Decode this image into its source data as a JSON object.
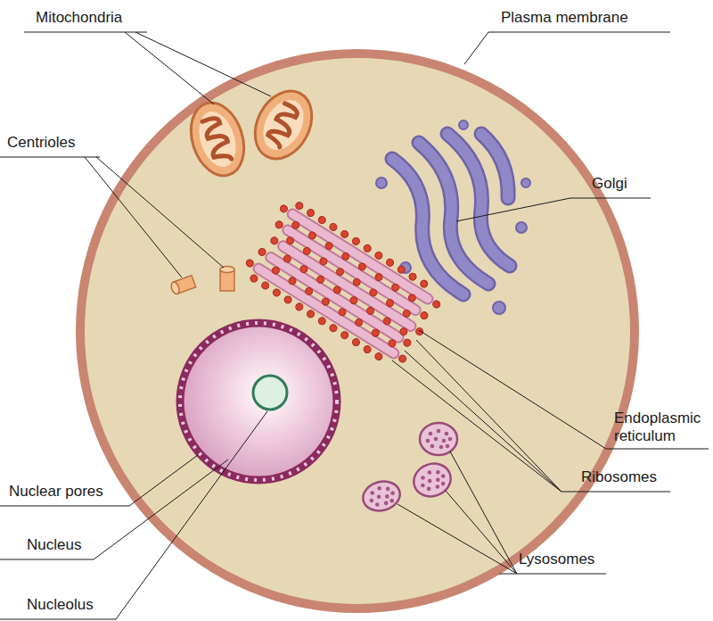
{
  "diagram": {
    "labels": [
      "Mitochondria",
      "Plasma membrane",
      "Centrioles",
      "Golgi",
      "Endoplasmic reticulum",
      "Ribosomes",
      "Lysosomes",
      "Nuclear pores",
      "Nucleus",
      "Nucleolus"
    ]
  }
}
